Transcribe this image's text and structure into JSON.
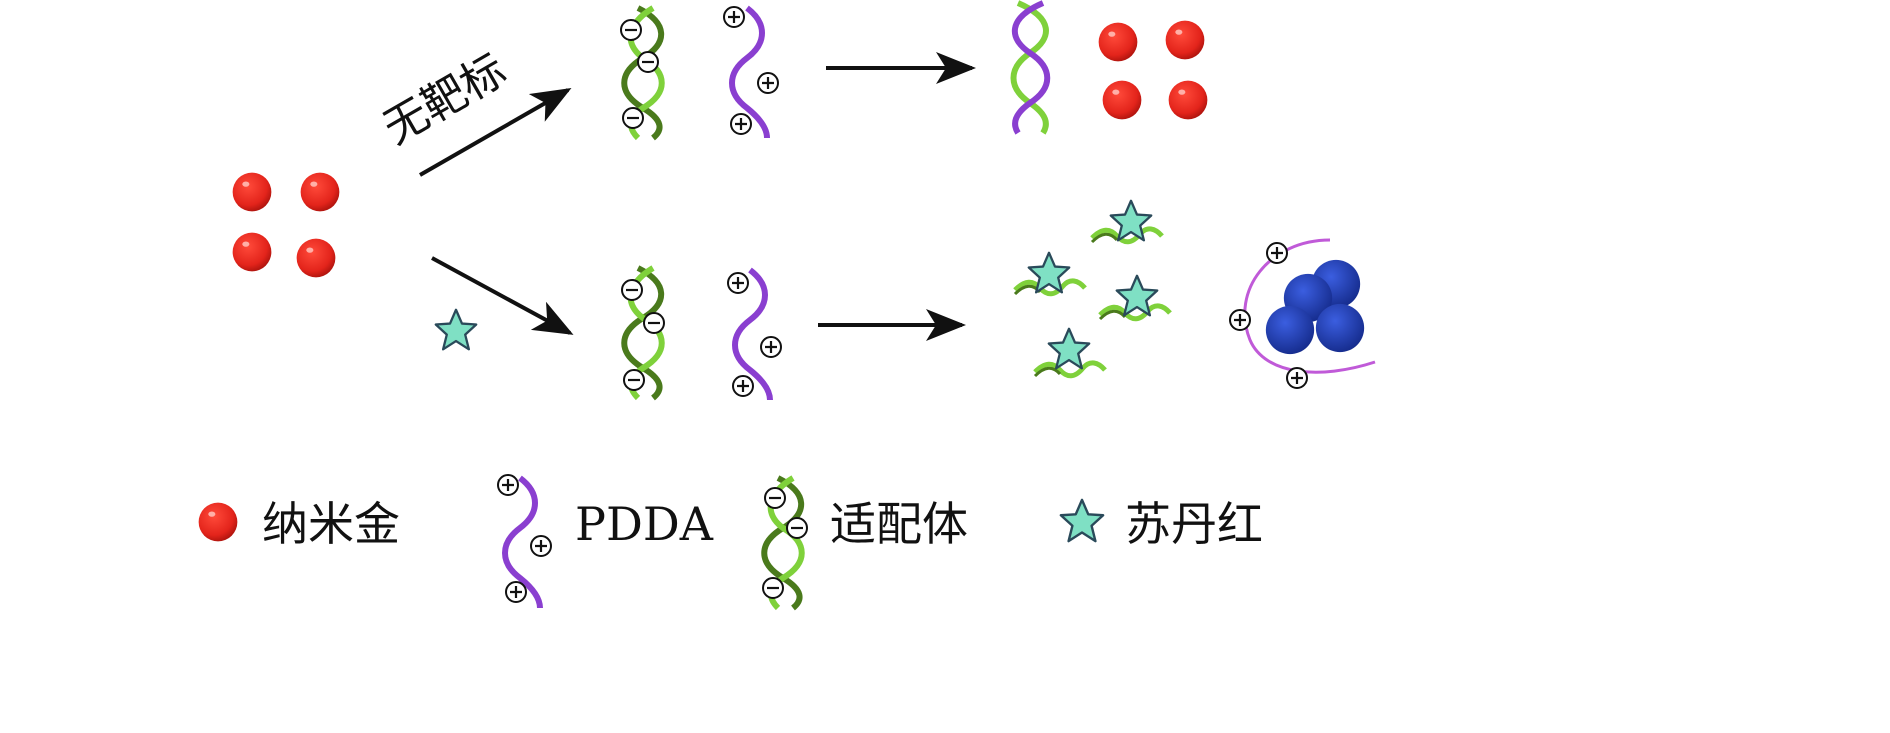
{
  "labels": {
    "no_target": "无靶标"
  },
  "legend": [
    {
      "icon": "gold-nanoparticle-icon",
      "label": "纳米金"
    },
    {
      "icon": "pdda-strand-icon",
      "label": "PDDA"
    },
    {
      "icon": "aptamer-strand-icon",
      "label": "适配体"
    },
    {
      "icon": "sudan-red-star-icon",
      "label": "苏丹红"
    }
  ],
  "colors": {
    "gold_nanoparticle": "#e3241b",
    "aggregated_nanoparticle": "#1f3fb0",
    "aptamer_dark": "#4a7a1c",
    "aptamer_light": "#7fd13b",
    "pdda": "#8a3fd0",
    "star": "#7fe0c4",
    "arrow": "#111111"
  }
}
